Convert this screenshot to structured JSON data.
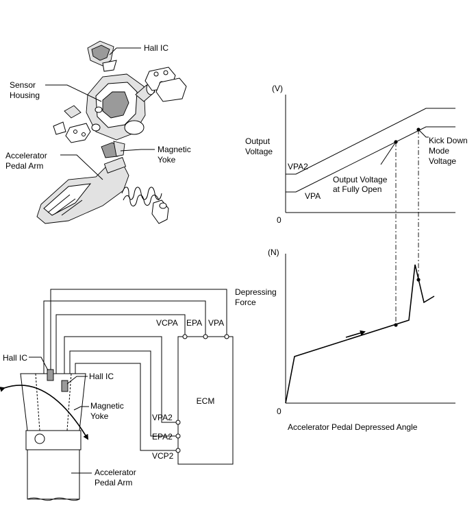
{
  "exploded_view": {
    "hall_ic": "Hall IC",
    "sensor_housing": [
      "Sensor",
      "Housing"
    ],
    "magnetic_yoke": [
      "Magnetic",
      "Yoke"
    ],
    "accelerator_pedal_arm": [
      "Accelerator",
      "Pedal Arm"
    ]
  },
  "voltage_graph": {
    "y_unit": "(V)",
    "y_label": [
      "Output",
      "Voltage"
    ],
    "origin": "0",
    "vpa2": "VPA2",
    "vpa": "VPA",
    "fully_open": [
      "Output Voltage",
      "at Fully Open"
    ],
    "kick_down": [
      "Kick Down",
      "Mode",
      "Voltage"
    ]
  },
  "force_graph": {
    "y_unit": "(N)",
    "y_label": [
      "Depressing",
      "Force"
    ],
    "origin": "0",
    "x_label": "Accelerator Pedal Depressed Angle"
  },
  "circuit": {
    "ecm": "ECM",
    "vcpa": "VCPA",
    "epa": "EPA",
    "vpa": "VPA",
    "vpa2": "VPA2",
    "epa2": "EPA2",
    "vcp2": "VCP2",
    "hall_ic_1": "Hall IC",
    "hall_ic_2": "Hall IC",
    "magnetic_yoke": [
      "Magnetic",
      "Yoke"
    ],
    "accelerator_pedal_arm": [
      "Accelerator",
      "Pedal Arm"
    ]
  }
}
